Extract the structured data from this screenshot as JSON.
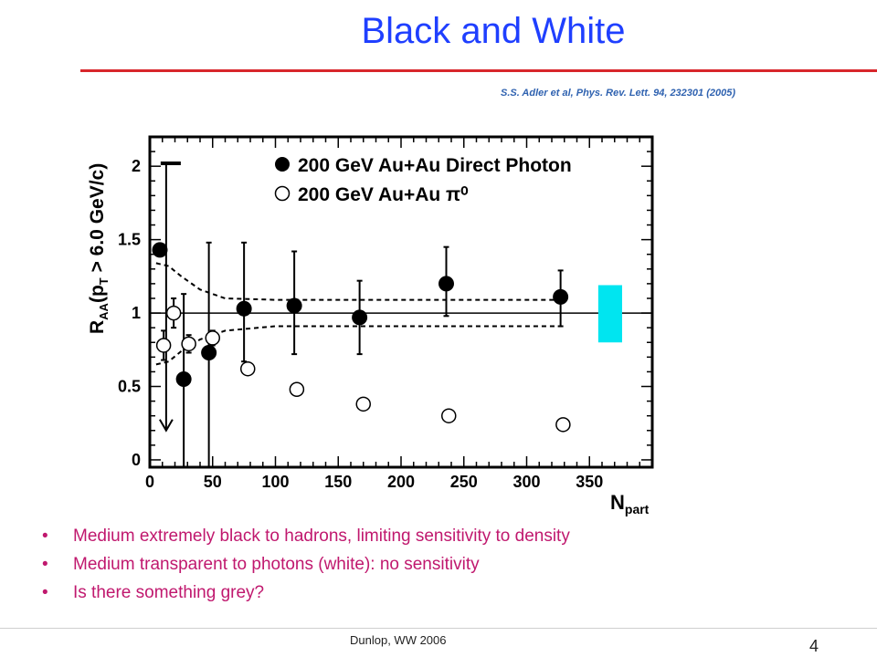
{
  "slide": {
    "title": "Black and White",
    "citation": "S.S. Adler et al, Phys. Rev. Lett. 94, 232301 (2005)",
    "bullets": [
      "Medium extremely black to hadrons, limiting sensitivity to density",
      "Medium transparent to photons (white): no sensitivity",
      "Is there something grey?"
    ],
    "bullet_glyph": "•",
    "footer": "Dunlop, WW 2006",
    "page_number": "4",
    "colors": {
      "title": "#1f3fff",
      "rule": "#d8262b",
      "citation": "#2f62b0",
      "bullets": "#c0186e",
      "band": "#00e5f0"
    }
  },
  "chart_data": {
    "type": "scatter",
    "xlabel_main": "N",
    "xlabel_sub": "part",
    "ylabel_parts": [
      "R",
      "AA",
      "(p",
      "T",
      " > 6.0 GeV/c)"
    ],
    "xlim": [
      0,
      400
    ],
    "ylim": [
      -0.05,
      2.2
    ],
    "x_ticks": [
      0,
      50,
      100,
      150,
      200,
      250,
      300,
      350
    ],
    "y_ticks": [
      {
        "value": 0,
        "label": "0"
      },
      {
        "value": 0.5,
        "label": "0.5"
      },
      {
        "value": 1,
        "label": "1"
      },
      {
        "value": 1.5,
        "label": "1.5"
      },
      {
        "value": 2,
        "label": "2"
      }
    ],
    "reference_line": 1,
    "legend": [
      "200 GeV Au+Au Direct Photon",
      "200 GeV Au+Au π⁰"
    ],
    "series": [
      {
        "name": "200 GeV Au+Au Direct Photon",
        "marker": "filled-circle",
        "points": [
          {
            "x": 8,
            "y": 1.43,
            "lo": 1.43,
            "hi": 1.43
          },
          {
            "x": 27,
            "y": 0.55,
            "lo": -0.05,
            "hi": 1.13
          },
          {
            "x": 47,
            "y": 0.73,
            "lo": -0.05,
            "hi": 1.48
          },
          {
            "x": 75,
            "y": 1.03,
            "lo": 0.67,
            "hi": 1.48
          },
          {
            "x": 115,
            "y": 1.05,
            "lo": 0.72,
            "hi": 1.42
          },
          {
            "x": 167,
            "y": 0.97,
            "lo": 0.72,
            "hi": 1.22
          },
          {
            "x": 236,
            "y": 1.2,
            "lo": 0.98,
            "hi": 1.45
          },
          {
            "x": 327,
            "y": 1.11,
            "lo": 0.91,
            "hi": 1.29
          }
        ]
      },
      {
        "name": "200 GeV Au+Au π⁰",
        "marker": "open-circle",
        "points": [
          {
            "x": 11,
            "y": 0.78,
            "lo": 0.68,
            "hi": 0.88
          },
          {
            "x": 19,
            "y": 1.0,
            "lo": 0.9,
            "hi": 1.1
          },
          {
            "x": 31,
            "y": 0.79,
            "lo": 0.73,
            "hi": 0.85
          },
          {
            "x": 50,
            "y": 0.83,
            "lo": 0.78,
            "hi": 0.88
          },
          {
            "x": 78,
            "y": 0.62,
            "lo": 0.58,
            "hi": 0.66
          },
          {
            "x": 117,
            "y": 0.48,
            "lo": 0.45,
            "hi": 0.51
          },
          {
            "x": 170,
            "y": 0.38,
            "lo": 0.36,
            "hi": 0.4
          },
          {
            "x": 238,
            "y": 0.3,
            "lo": 0.3,
            "hi": 0.3
          },
          {
            "x": 329,
            "y": 0.24,
            "lo": 0.24,
            "hi": 0.24
          }
        ]
      }
    ],
    "upper_limit": {
      "x": 13,
      "from": 2.02,
      "to": 0.2
    },
    "systematic_band": {
      "x_from": 357,
      "x_to": 376,
      "y_from": 0.8,
      "y_to": 1.19
    },
    "dashed_upper": [
      [
        5,
        1.34
      ],
      [
        15,
        1.32
      ],
      [
        25,
        1.25
      ],
      [
        40,
        1.16
      ],
      [
        60,
        1.1
      ],
      [
        100,
        1.09
      ],
      [
        200,
        1.09
      ],
      [
        330,
        1.09
      ]
    ],
    "dashed_lower": [
      [
        5,
        0.65
      ],
      [
        15,
        0.67
      ],
      [
        25,
        0.74
      ],
      [
        40,
        0.82
      ],
      [
        60,
        0.88
      ],
      [
        100,
        0.91
      ],
      [
        200,
        0.91
      ],
      [
        330,
        0.91
      ]
    ]
  }
}
